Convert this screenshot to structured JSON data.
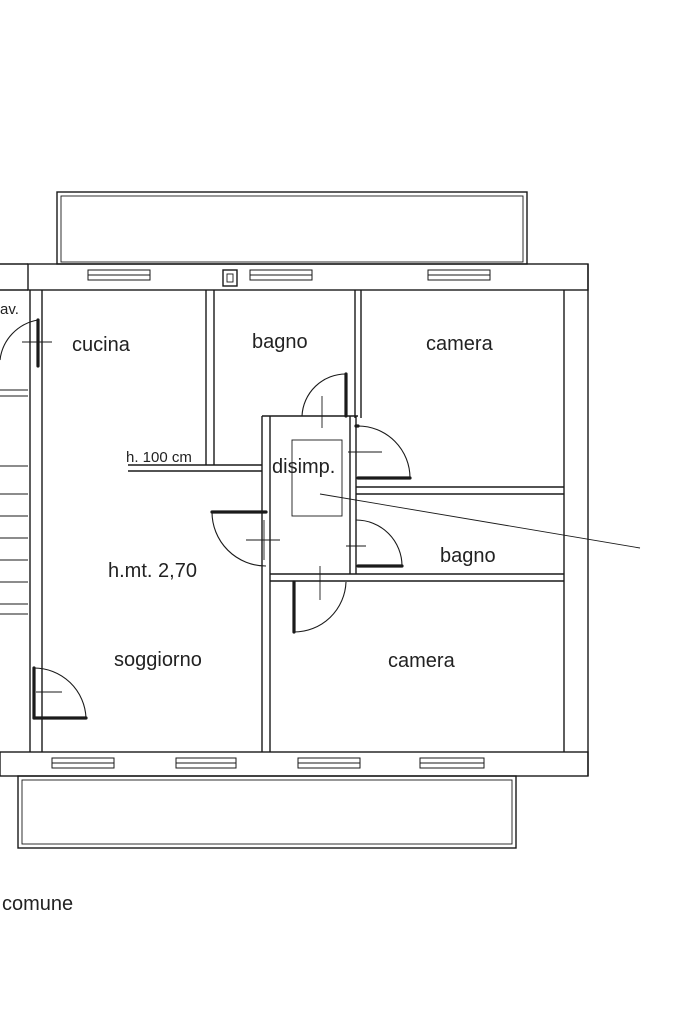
{
  "rooms": {
    "cucina": "cucina",
    "bagno_top": "bagno",
    "camera_top": "camera",
    "disimp": "disimp.",
    "bagno_mid": "bagno",
    "height": "h.mt. 2,70",
    "soggiorno": "soggiorno",
    "camera_bottom": "camera",
    "partial_left": "av.",
    "comune": "comune"
  },
  "annotations": {
    "counter_height": "h. 100 cm"
  }
}
